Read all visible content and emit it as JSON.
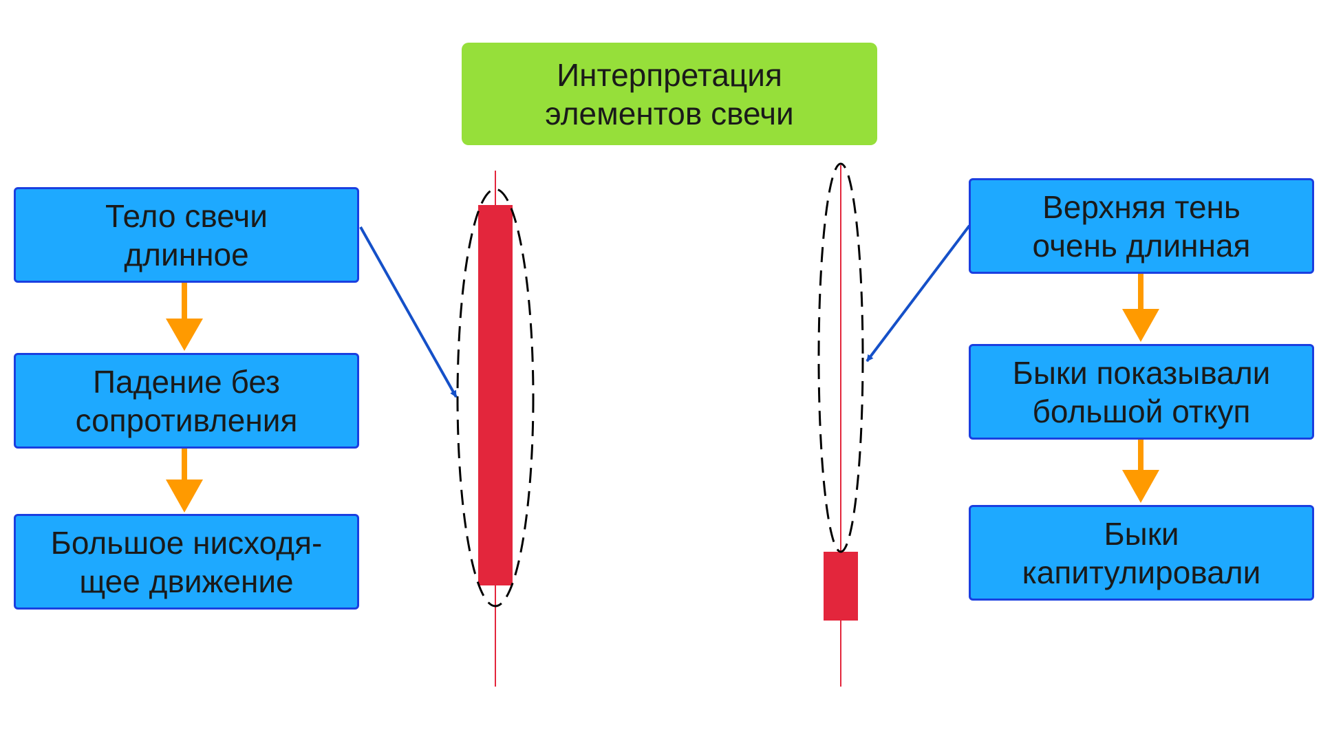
{
  "title": {
    "text": "Интерпретация\nэлементов свечи"
  },
  "left_flow": [
    {
      "text": "Тело свечи\nдлинное"
    },
    {
      "text": "Падение без\nсопротивления"
    },
    {
      "text": "Большое нисходя-\nщее движение"
    }
  ],
  "right_flow": [
    {
      "text": "Верхняя тень\nочень длинная"
    },
    {
      "text": "Быки показывали\nбольшой откуп"
    },
    {
      "text": "Быки\nкапитулировали"
    }
  ],
  "colors": {
    "title_bg": "#96df3a",
    "box_bg": "#1ea9ff",
    "box_border": "#1a3fe0",
    "flow_arrow": "#ff9a00",
    "pointer_arrow": "#1550c8",
    "candle": "#e3263c",
    "highlight_outline": "#000000"
  }
}
